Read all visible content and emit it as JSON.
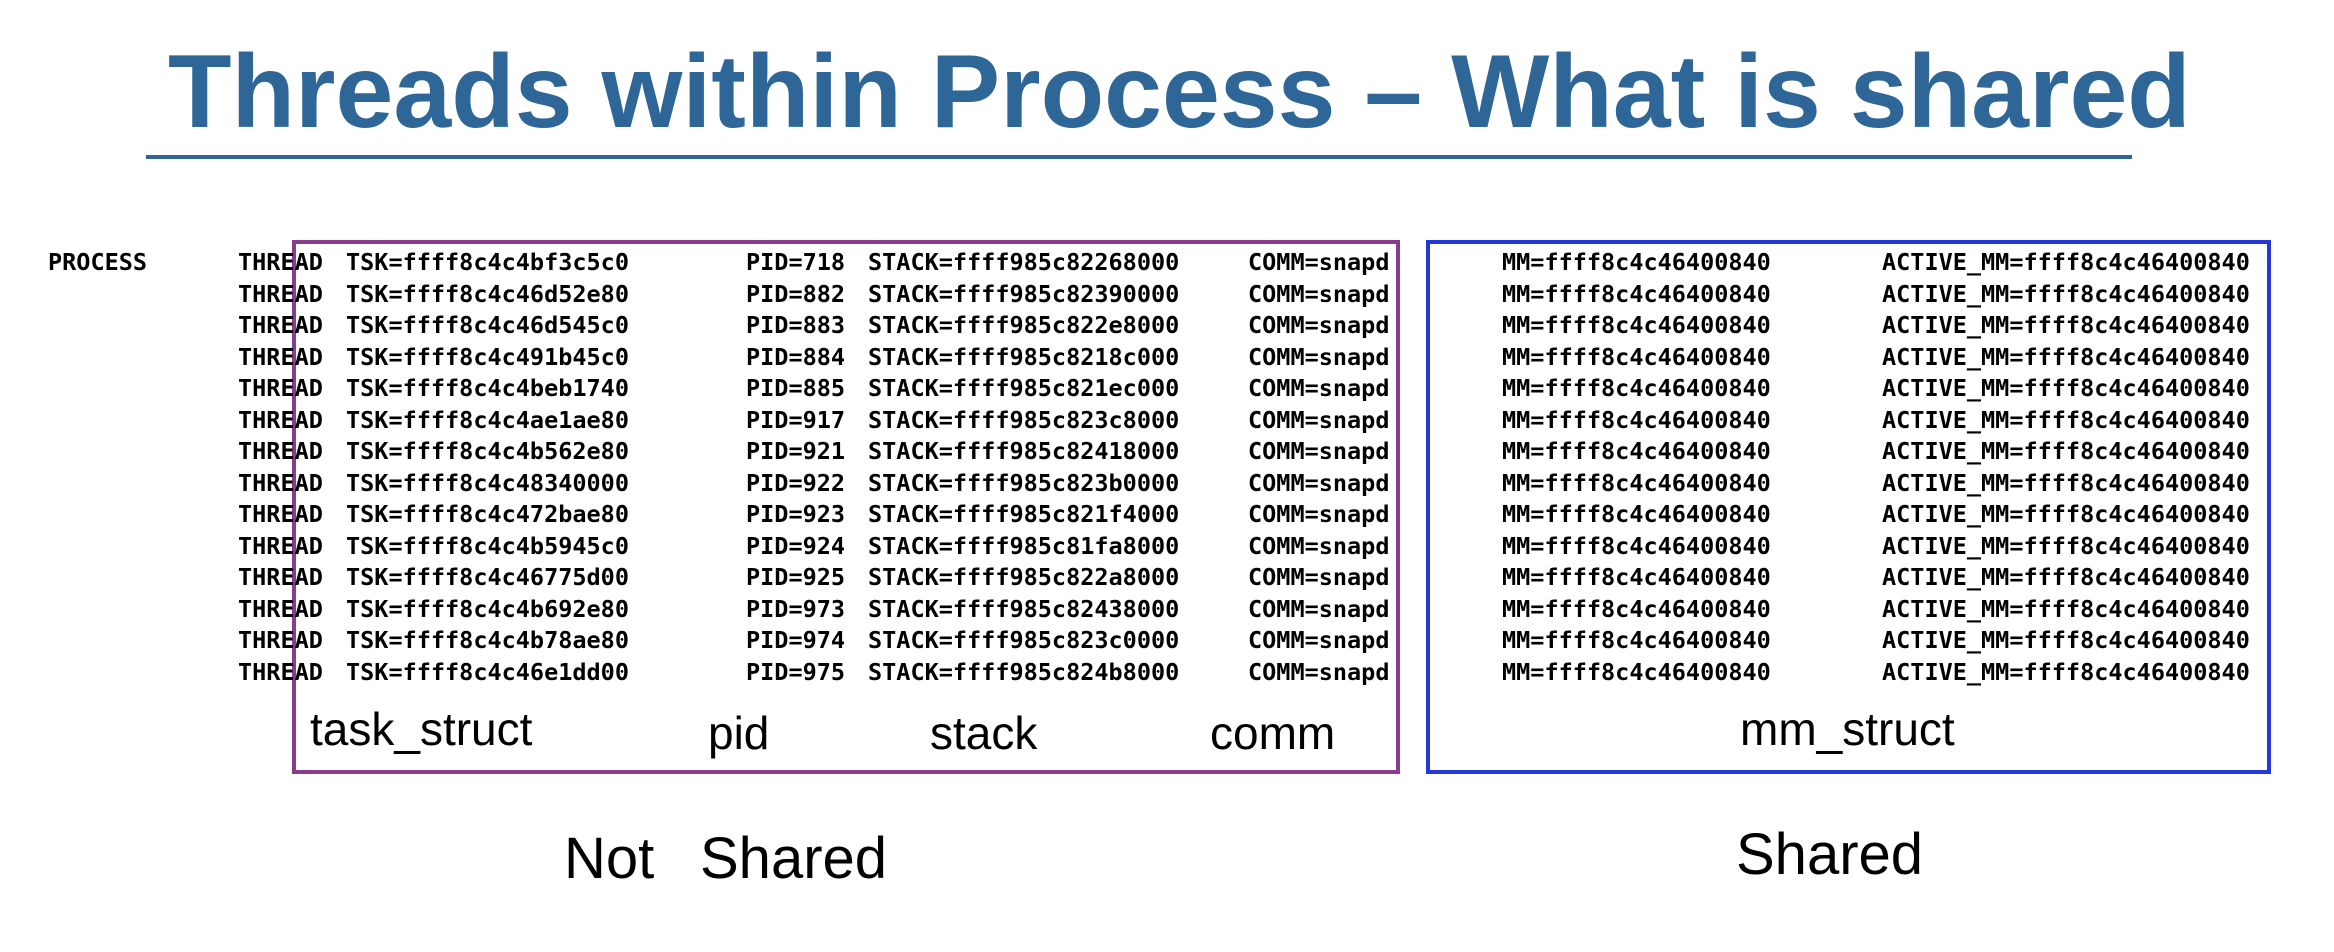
{
  "title": "Threads within Process – What is shared",
  "process_label": "PROCESS",
  "rows": [
    {
      "kind": "THREAD",
      "tsk": "TSK=ffff8c4c4bf3c5c0",
      "pid": "PID=718",
      "stack": "STACK=ffff985c82268000",
      "comm": "COMM=snapd",
      "mm": "MM=ffff8c4c46400840",
      "active_mm": "ACTIVE_MM=ffff8c4c46400840"
    },
    {
      "kind": "THREAD",
      "tsk": "TSK=ffff8c4c46d52e80",
      "pid": "PID=882",
      "stack": "STACK=ffff985c82390000",
      "comm": "COMM=snapd",
      "mm": "MM=ffff8c4c46400840",
      "active_mm": "ACTIVE_MM=ffff8c4c46400840"
    },
    {
      "kind": "THREAD",
      "tsk": "TSK=ffff8c4c46d545c0",
      "pid": "PID=883",
      "stack": "STACK=ffff985c822e8000",
      "comm": "COMM=snapd",
      "mm": "MM=ffff8c4c46400840",
      "active_mm": "ACTIVE_MM=ffff8c4c46400840"
    },
    {
      "kind": "THREAD",
      "tsk": "TSK=ffff8c4c491b45c0",
      "pid": "PID=884",
      "stack": "STACK=ffff985c8218c000",
      "comm": "COMM=snapd",
      "mm": "MM=ffff8c4c46400840",
      "active_mm": "ACTIVE_MM=ffff8c4c46400840"
    },
    {
      "kind": "THREAD",
      "tsk": "TSK=ffff8c4c4beb1740",
      "pid": "PID=885",
      "stack": "STACK=ffff985c821ec000",
      "comm": "COMM=snapd",
      "mm": "MM=ffff8c4c46400840",
      "active_mm": "ACTIVE_MM=ffff8c4c46400840"
    },
    {
      "kind": "THREAD",
      "tsk": "TSK=ffff8c4c4ae1ae80",
      "pid": "PID=917",
      "stack": "STACK=ffff985c823c8000",
      "comm": "COMM=snapd",
      "mm": "MM=ffff8c4c46400840",
      "active_mm": "ACTIVE_MM=ffff8c4c46400840"
    },
    {
      "kind": "THREAD",
      "tsk": "TSK=ffff8c4c4b562e80",
      "pid": "PID=921",
      "stack": "STACK=ffff985c82418000",
      "comm": "COMM=snapd",
      "mm": "MM=ffff8c4c46400840",
      "active_mm": "ACTIVE_MM=ffff8c4c46400840"
    },
    {
      "kind": "THREAD",
      "tsk": "TSK=ffff8c4c48340000",
      "pid": "PID=922",
      "stack": "STACK=ffff985c823b0000",
      "comm": "COMM=snapd",
      "mm": "MM=ffff8c4c46400840",
      "active_mm": "ACTIVE_MM=ffff8c4c46400840"
    },
    {
      "kind": "THREAD",
      "tsk": "TSK=ffff8c4c472bae80",
      "pid": "PID=923",
      "stack": "STACK=ffff985c821f4000",
      "comm": "COMM=snapd",
      "mm": "MM=ffff8c4c46400840",
      "active_mm": "ACTIVE_MM=ffff8c4c46400840"
    },
    {
      "kind": "THREAD",
      "tsk": "TSK=ffff8c4c4b5945c0",
      "pid": "PID=924",
      "stack": "STACK=ffff985c81fa8000",
      "comm": "COMM=snapd",
      "mm": "MM=ffff8c4c46400840",
      "active_mm": "ACTIVE_MM=ffff8c4c46400840"
    },
    {
      "kind": "THREAD",
      "tsk": "TSK=ffff8c4c46775d00",
      "pid": "PID=925",
      "stack": "STACK=ffff985c822a8000",
      "comm": "COMM=snapd",
      "mm": "MM=ffff8c4c46400840",
      "active_mm": "ACTIVE_MM=ffff8c4c46400840"
    },
    {
      "kind": "THREAD",
      "tsk": "TSK=ffff8c4c4b692e80",
      "pid": "PID=973",
      "stack": "STACK=ffff985c82438000",
      "comm": "COMM=snapd",
      "mm": "MM=ffff8c4c46400840",
      "active_mm": "ACTIVE_MM=ffff8c4c46400840"
    },
    {
      "kind": "THREAD",
      "tsk": "TSK=ffff8c4c4b78ae80",
      "pid": "PID=974",
      "stack": "STACK=ffff985c823c0000",
      "comm": "COMM=snapd",
      "mm": "MM=ffff8c4c46400840",
      "active_mm": "ACTIVE_MM=ffff8c4c46400840"
    },
    {
      "kind": "THREAD",
      "tsk": "TSK=ffff8c4c46e1dd00",
      "pid": "PID=975",
      "stack": "STACK=ffff985c824b8000",
      "comm": "COMM=snapd",
      "mm": "MM=ffff8c4c46400840",
      "active_mm": "ACTIVE_MM=ffff8c4c46400840"
    }
  ],
  "field_labels": {
    "task_struct": "task_struct",
    "pid": "pid",
    "stack": "stack",
    "comm": "comm",
    "mm_struct": "mm_struct"
  },
  "group_labels": {
    "not_shared_word1": "Not",
    "not_shared_word2": "Shared",
    "shared": "Shared"
  },
  "colors": {
    "title": "#2e6698",
    "not_shared_box": "#8a3c8c",
    "shared_box": "#2338d8"
  }
}
